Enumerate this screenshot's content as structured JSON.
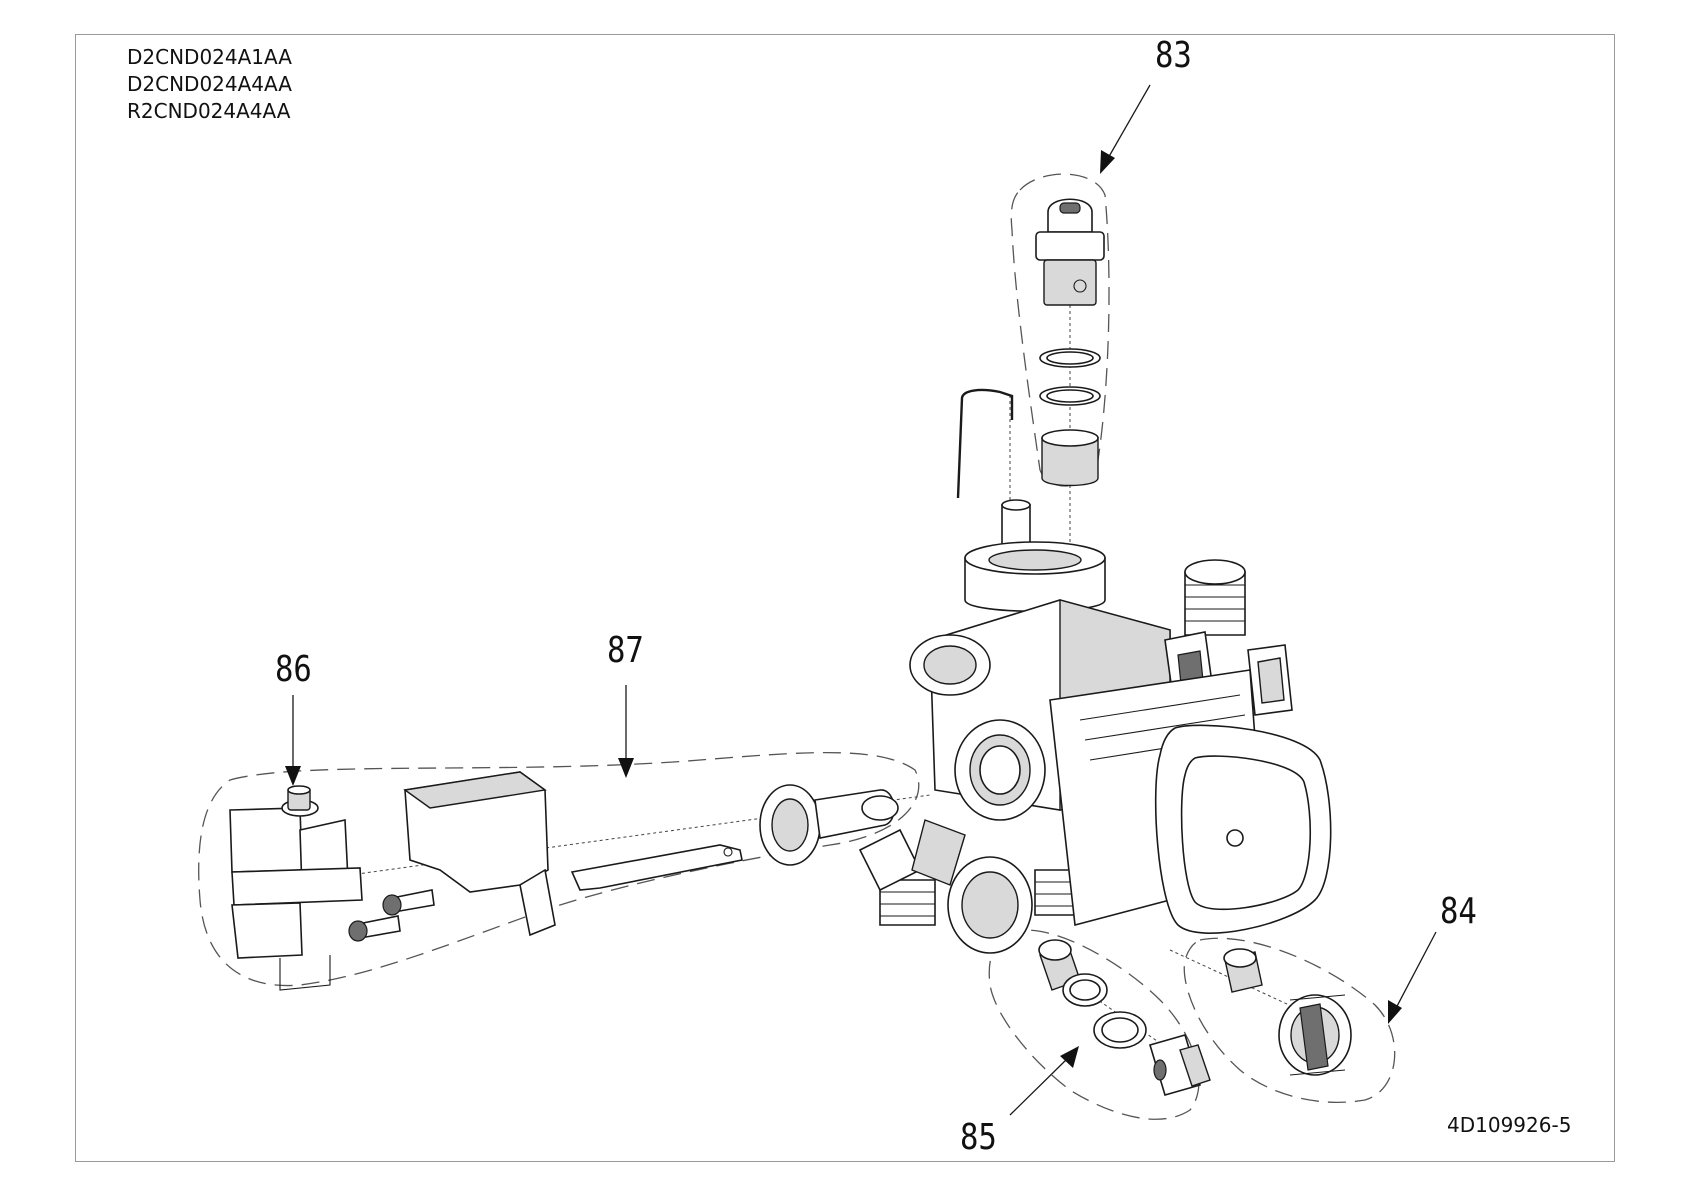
{
  "models": [
    "D2CND024A1AA",
    "D2CND024A4AA",
    "R2CND024A4AA"
  ],
  "callouts": {
    "c83": "83",
    "c84": "84",
    "c85": "85",
    "c86": "86",
    "c87": "87"
  },
  "document_code": "4D109926-5",
  "colors": {
    "line": "#1a1a1a",
    "frame": "#9a9a9a",
    "group_outline": "#555555"
  }
}
